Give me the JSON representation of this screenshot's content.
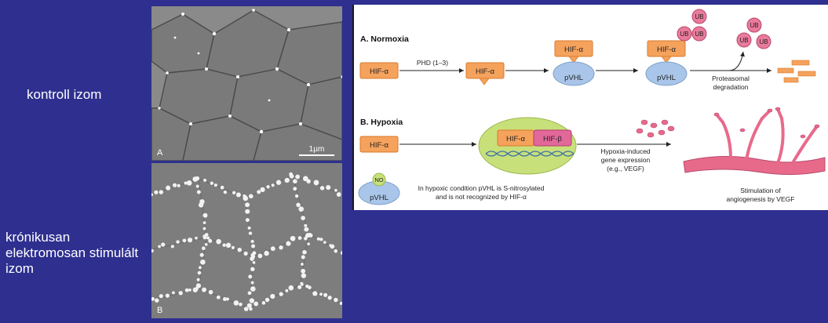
{
  "left_labels": {
    "control": "kontroll izom",
    "stimulated": [
      "krónikusan",
      "elektromosan stimulált",
      "izom"
    ]
  },
  "micrographs": {
    "a": {
      "letter": "A",
      "scale_text": "1µm"
    },
    "b": {
      "letter": "B"
    }
  },
  "diagram": {
    "normoxia": {
      "title": "A. Normoxia",
      "hif_alpha": "HIF-α",
      "phd": "PHD (1–3)",
      "pvhl": "pVHL",
      "ub": "UB",
      "proteasomal": [
        "Proteasomal",
        "degradation"
      ]
    },
    "hypoxia": {
      "title": "B. Hypoxia",
      "hif_alpha": "HIF-α",
      "hif_beta": "HIF-β",
      "gene_expression": [
        "Hypoxia-induced",
        "gene expression",
        "(e.g., VEGF)"
      ],
      "no": "NO",
      "pvhl": "pVHL",
      "nitrosylated": [
        "In hypoxic condition pVHL is S-nitrosylated",
        "and is not recognized by HIF-α"
      ],
      "angiogenesis": [
        "Stimulation of",
        "angiogenesis by VEGF"
      ]
    },
    "colors": {
      "hif_box": "#f5a25d",
      "hif_box_stroke": "#d97a2b",
      "pvhl": "#a9c6ea",
      "ub": "#e97a9b",
      "nucleus": "#c8e07a",
      "hif_beta": "#e3689a",
      "vessel": "#e86a8a"
    }
  }
}
